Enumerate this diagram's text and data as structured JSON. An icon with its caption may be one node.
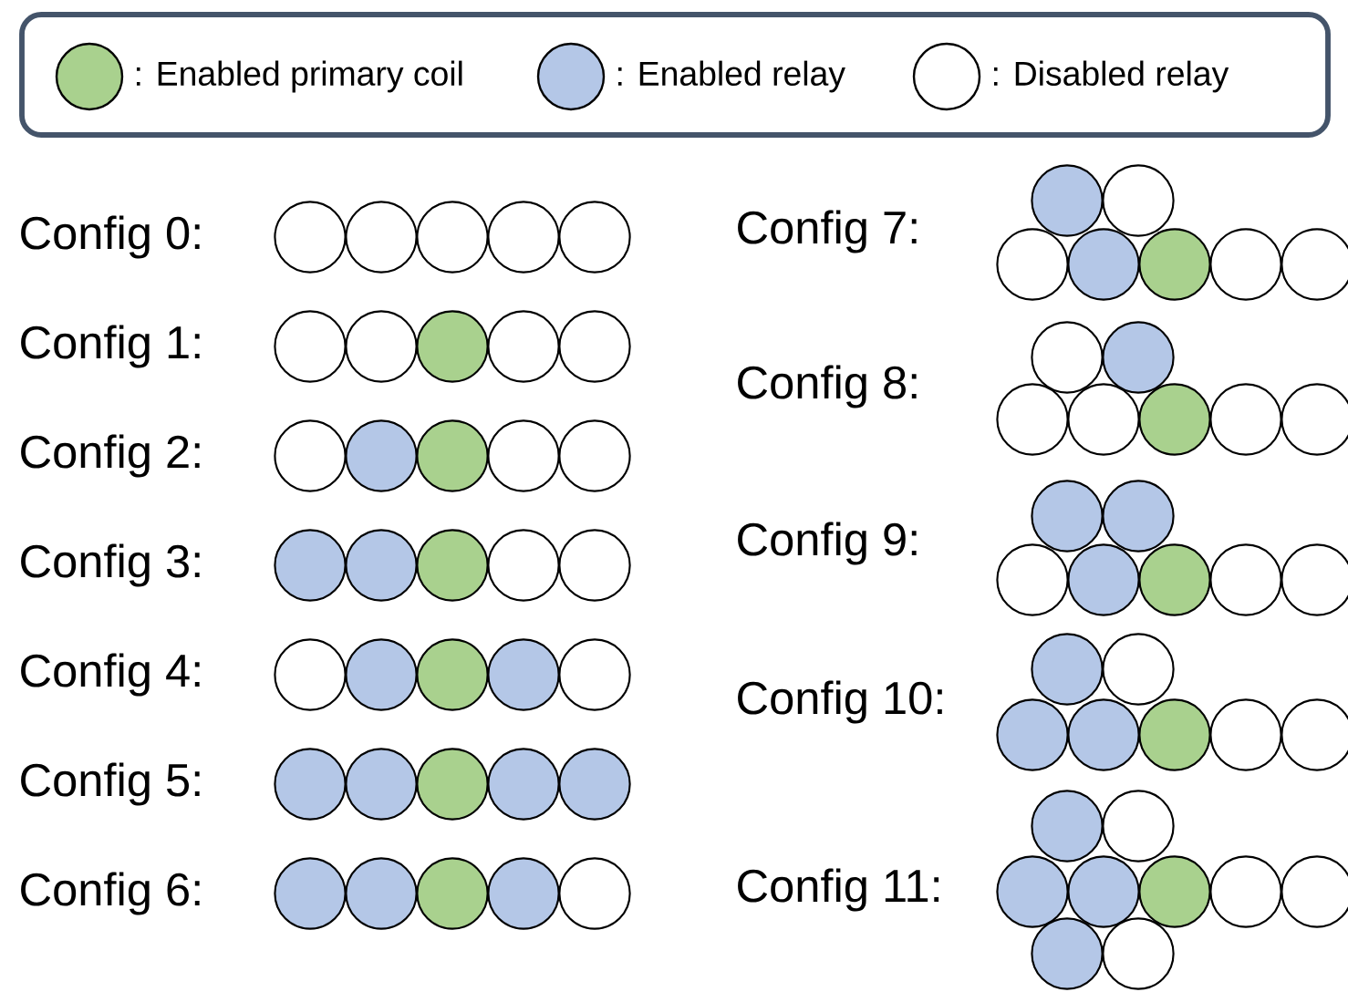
{
  "diagram": {
    "labels": [
      "Config 0:",
      "Config 7:",
      "Config 1:",
      "Config 8:",
      "Config 2:",
      "Config 3:",
      "Config 9:",
      "Config 4:",
      "Config 10:",
      "Config 5:",
      "Config 6:",
      "Config 11:"
    ],
    "legend": [
      {
        "text": ": Enabled primary coil",
        "color": "#a9d18e"
      },
      {
        "text": ": Enabled relay",
        "color": "#b4c7e7"
      },
      {
        "text": ": Disabled relay"
      }
    ]
  }
}
